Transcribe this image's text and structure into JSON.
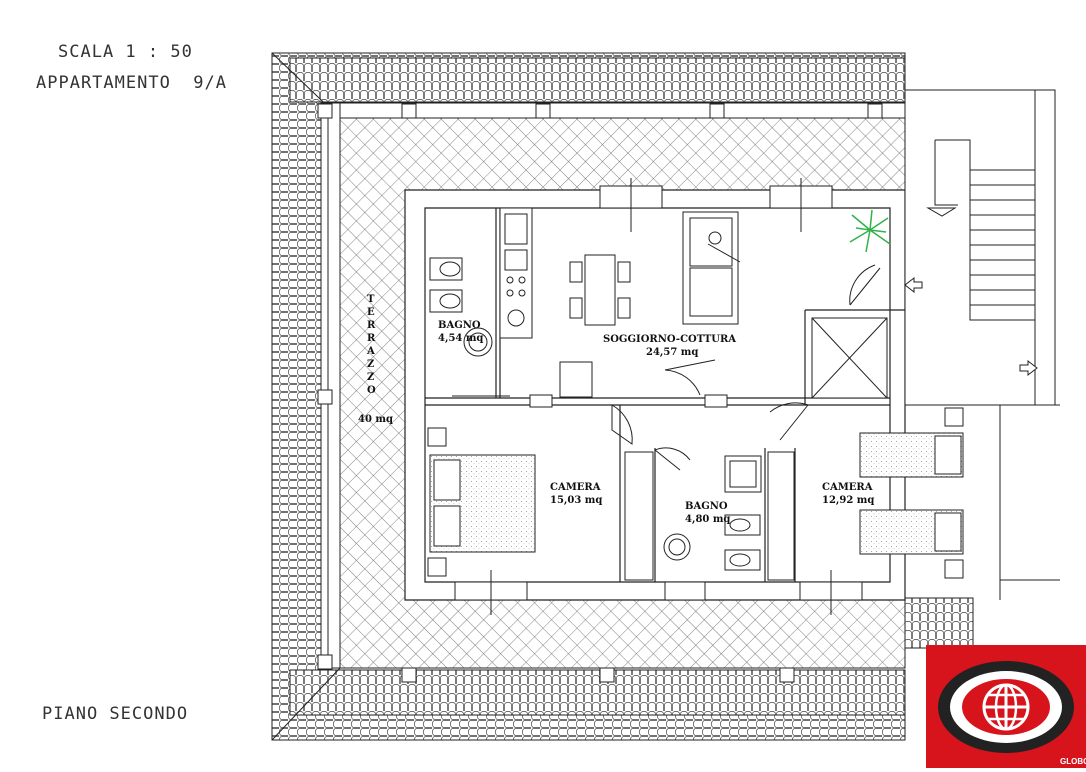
{
  "title": {
    "scale": "SCALA 1 : 50",
    "apartment": "APPARTAMENTO  9/A",
    "floor": "PIANO SECONDO"
  },
  "rooms": {
    "bagno1": {
      "name": "BAGNO",
      "area": "4,54 mq"
    },
    "living": {
      "name": "SOGGIORNO-COTTURA",
      "area": "24,57 mq"
    },
    "camera1": {
      "name": "CAMERA",
      "area": "15,03 mq"
    },
    "bagno2": {
      "name": "BAGNO",
      "area": "4,80 mq"
    },
    "camera2": {
      "name": "CAMERA",
      "area": "12,92 mq"
    }
  },
  "terrace": {
    "letters": [
      "T",
      "E",
      "R",
      "R",
      "A",
      "Z",
      "Z",
      "O"
    ],
    "area": "40 mq"
  },
  "logo": {
    "text": "GLOBO",
    "color": "#d7141c"
  },
  "colors": {
    "line": "#222222",
    "plant": "#2fb34a"
  }
}
